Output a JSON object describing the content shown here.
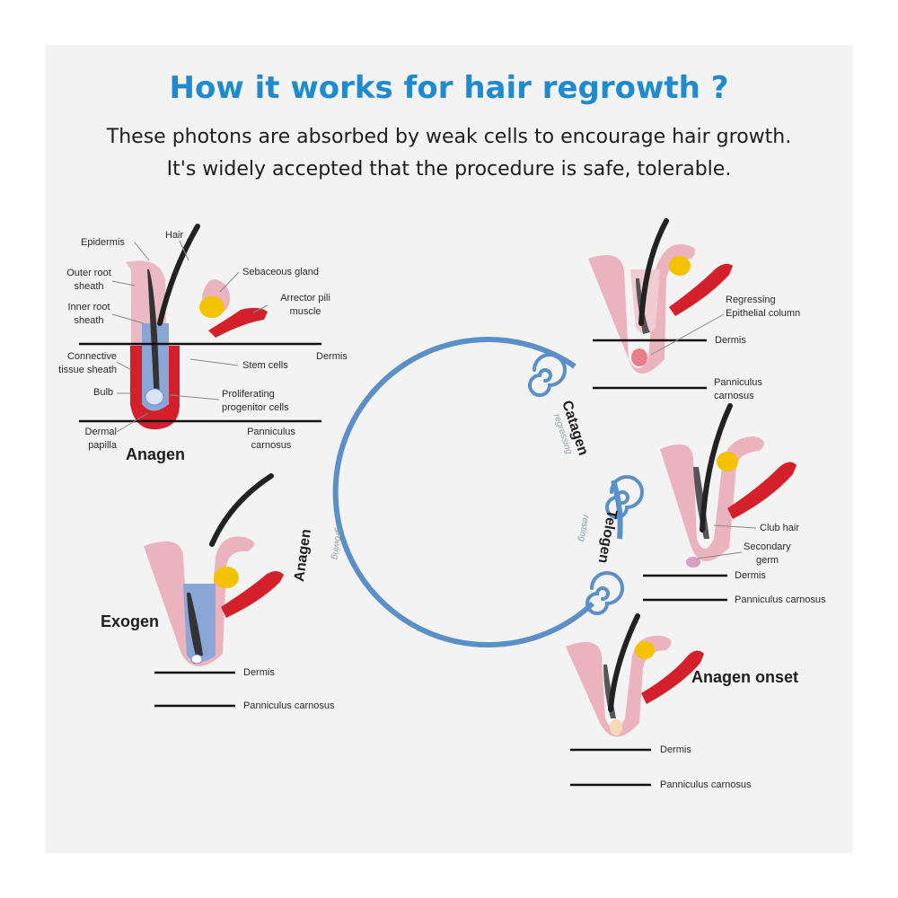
{
  "header": {
    "title": "How it works for hair regrowth ?",
    "subtitle_line1": "These photons are absorbed by weak cells to encourage hair growth.",
    "subtitle_line2": "It's widely accepted that the procedure is safe, tolerable."
  },
  "anagen_diagram": {
    "stage": "Anagen",
    "labels": {
      "hair": "Hair",
      "epidermis": "Epidermis",
      "outer_root_sheath_1": "Outer root",
      "outer_root_sheath_2": "sheath",
      "inner_root_sheath_1": "Inner root",
      "inner_root_sheath_2": "sheath",
      "connective_tissue_1": "Connective",
      "connective_tissue_2": "tissue sheath",
      "bulb": "Bulb",
      "dermal_papilla_1": "Dermal",
      "dermal_papilla_2": "papilla",
      "sebaceous_gland": "Sebaceous gland",
      "arrector_pili_1": "Arrector pili",
      "arrector_pili_2": "muscle",
      "dermis": "Dermis",
      "stem_cells": "Stem cells",
      "proliferating_1": "Proliferating",
      "proliferating_2": "progenitor cells",
      "panniculus_1": "Panniculus",
      "panniculus_2": "carnosus"
    }
  },
  "catagen_diagram": {
    "regressing_1": "Regressing",
    "regressing_2": "Epithelial column",
    "dermis": "Dermis",
    "panniculus_1": "Panniculus",
    "panniculus_2": "carnosus"
  },
  "telogen_diagram": {
    "club_hair": "Club hair",
    "secondary_germ_1": "Secondary",
    "secondary_germ_2": "germ",
    "dermis": "Dermis",
    "panniculus": "Panniculus carnosus"
  },
  "exogen_diagram": {
    "stage": "Exogen",
    "dermis": "Dermis",
    "panniculus": "Panniculus carnosus"
  },
  "anagen_onset_diagram": {
    "stage": "Anagen onset",
    "dermis": "Dermis",
    "panniculus": "Panniculus carnosus"
  },
  "cycle": {
    "catagen": "Catagen",
    "catagen_sub": "regressing",
    "telogen": "Telogen",
    "telogen_sub": "resting",
    "anagen": "Anagen",
    "anagen_sub": "growing"
  },
  "colors": {
    "title": "#1f8ad0",
    "cycle_ring": "#5b8fc7",
    "skin_pink": "#eab3be",
    "muscle_red": "#d4202a",
    "gland_yellow": "#f3c200",
    "sheath_blue": "#8aa6d6"
  }
}
